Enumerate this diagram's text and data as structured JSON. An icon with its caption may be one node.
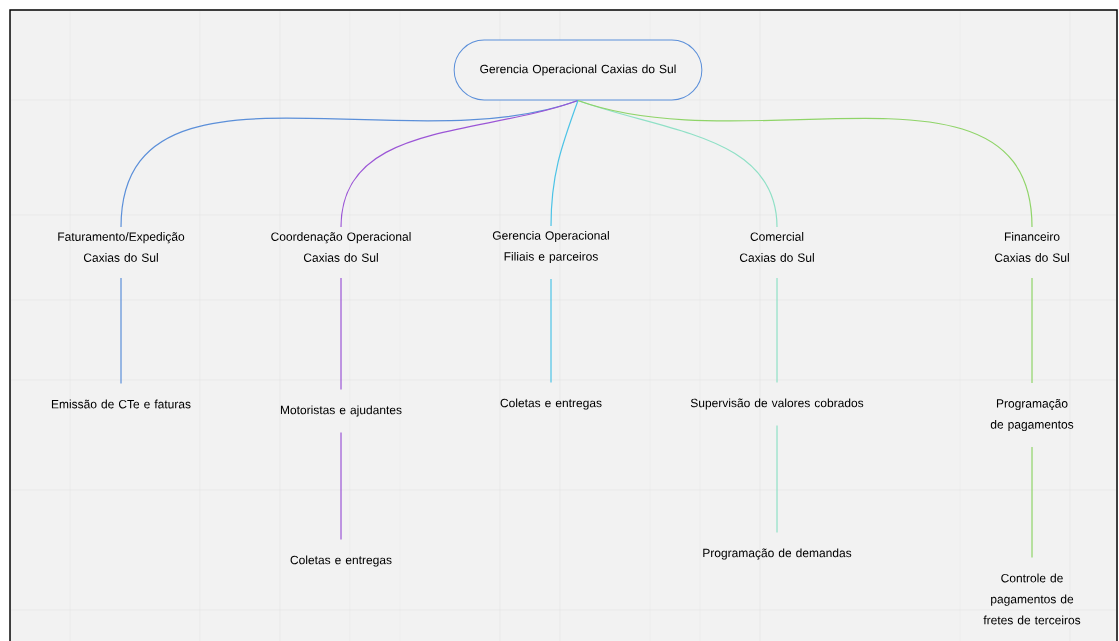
{
  "diagram": {
    "nodes": [
      {
        "text": [
          "Gerencia Operacional Caxias do Sul"
        ]
      },
      {
        "text": [
          "Faturamento/Expedição Caxias do Sul"
        ]
      },
      {
        "text": [
          "Coordenação Operacional Caxias do Sul"
        ]
      },
      {
        "text": [
          "Gerencia Operacional Filiais e parceiros"
        ]
      },
      {
        "text": [
          "Comercial Caxias do Sul"
        ]
      },
      {
        "text": [
          "Financeiro Caxias do Sul"
        ]
      },
      {
        "text": [
          "Emissão de CTe e faturas"
        ]
      },
      {
        "text": [
          "Motoristas e ajudantes"
        ]
      },
      {
        "text": [
          "Coletas e entregas"
        ]
      },
      {
        "text": [
          "Supervisão de valores cobrados"
        ]
      },
      {
        "text": [
          "Programação de pagamentos"
        ]
      },
      {
        "text": [
          "Coletas e entregas"
        ]
      },
      {
        "text": [
          "Programação de demandas"
        ]
      },
      {
        "text": [
          "Controle de pagamentos de fretes de terceiros"
        ]
      }
    ],
    "edges": [
      {
        "from": 0,
        "to": 1,
        "arrow": "none",
        "color": "#5b8fd9"
      },
      {
        "from": 0,
        "to": 2,
        "arrow": "none",
        "color": "#9b55d6"
      },
      {
        "from": 0,
        "to": 3,
        "arrow": "none",
        "color": "#4cc3e6"
      },
      {
        "from": 0,
        "to": 4,
        "arrow": "none",
        "color": "#8fe0c6"
      },
      {
        "from": 0,
        "to": 5,
        "arrow": "none",
        "color": "#8fd468"
      },
      {
        "from": 1,
        "to": 6,
        "arrow": "none",
        "color": "#5b8fd9"
      },
      {
        "from": 2,
        "to": 7,
        "arrow": "none",
        "color": "#9b55d6"
      },
      {
        "from": 7,
        "to": 11,
        "arrow": "none",
        "color": "#9b55d6"
      },
      {
        "from": 3,
        "to": 8,
        "arrow": "none",
        "color": "#4cc3e6"
      },
      {
        "from": 4,
        "to": 9,
        "arrow": "none",
        "color": "#8fe0c6"
      },
      {
        "from": 9,
        "to": 12,
        "arrow": "none",
        "color": "#8fe0c6"
      },
      {
        "from": 5,
        "to": 10,
        "arrow": "none",
        "color": "#8fd468"
      },
      {
        "from": 10,
        "to": 13,
        "arrow": "none",
        "color": "#8fd468"
      }
    ]
  }
}
